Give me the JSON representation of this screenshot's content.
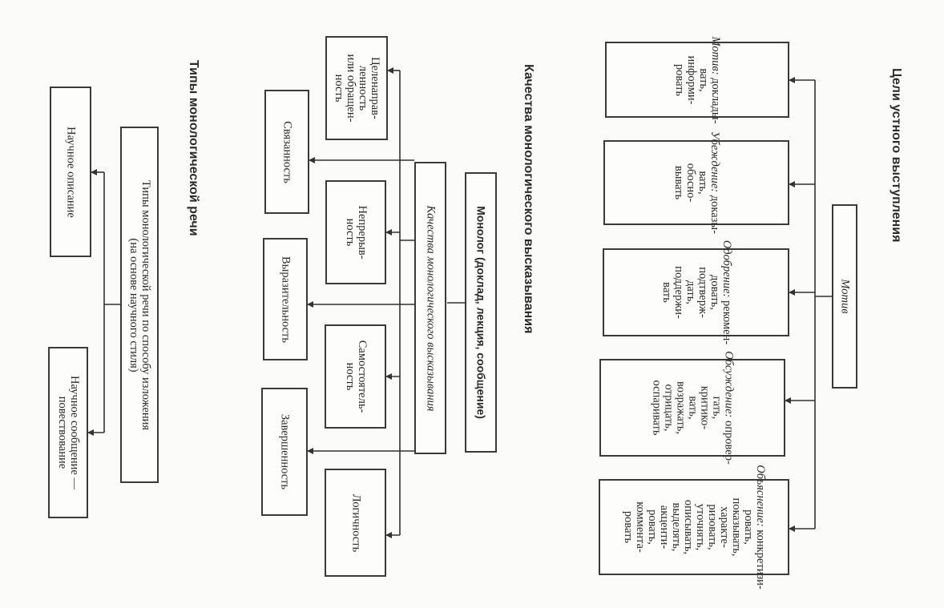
{
  "goals": {
    "title": "Цели устного выступления",
    "motive": "Мотив",
    "items": [
      {
        "term": "Мотив:",
        "lines": [
          "доклады-",
          "вать,",
          "информи-",
          "ровать"
        ]
      },
      {
        "term": "Убеждение:",
        "lines": [
          "доказы-",
          "вать,",
          "обосно-",
          "вывать"
        ]
      },
      {
        "term": "Одобрение:",
        "lines": [
          "рекомен-",
          "довать,",
          "подтверж-",
          "дать,",
          "поддержи-",
          "вать"
        ]
      },
      {
        "term": "Обсуждение:",
        "lines": [
          "опровер-",
          "гать,",
          "критико-",
          "вать,",
          "возражать,",
          "отрицать,",
          "оспаривать"
        ]
      },
      {
        "term": "Объяснение:",
        "lines": [
          "конкретизи-",
          "ровать,",
          "показывать,",
          "характе-",
          "ризовать,",
          "уточнять,",
          "описывать,",
          "выделять,",
          "акценти-",
          "ровать,",
          "коммента-",
          "ровать"
        ]
      }
    ]
  },
  "qualities": {
    "title": "Качества монологического высказывания",
    "monolog": "Монолог (доклад, лекция, сообщение)",
    "subtitle": "Качества монологического высказывания",
    "inner": [
      "Целенаправ-\nленность\nили обращен-\nность",
      "Непрерыв-\nность",
      "Самостоятель-\nность",
      "Логичность"
    ],
    "outer": [
      "Связанность",
      "Выразительность",
      "Завершенность"
    ]
  },
  "types": {
    "title": "Типы монологической речи",
    "main": "Типы монологической речи по способу изложения\n(на основе научного стиля)",
    "items": [
      "Научное описание",
      "Научное сообщение —\nповествование"
    ]
  }
}
